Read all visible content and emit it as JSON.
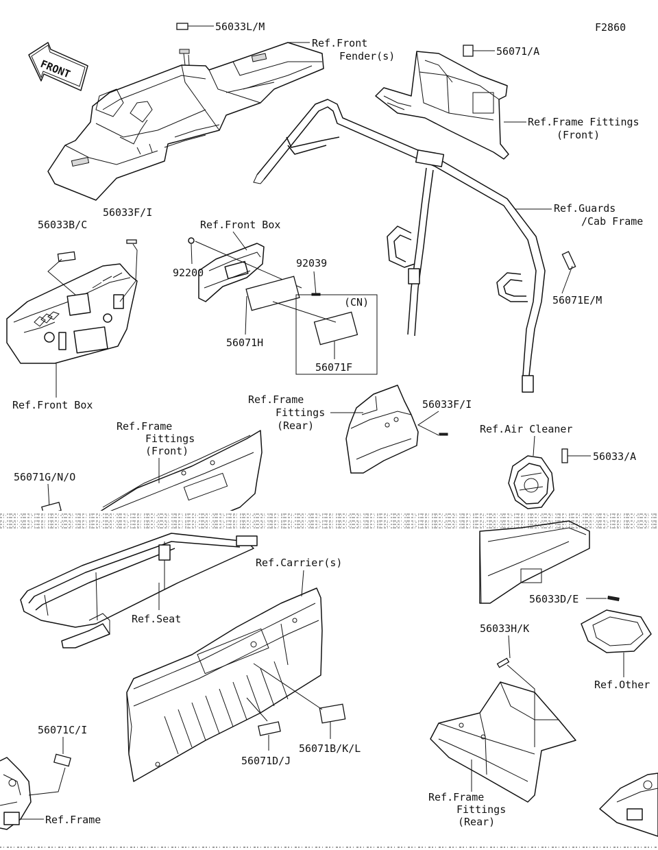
{
  "figure_code": "F2860",
  "front_arrow_text": "FRONT",
  "labels": {
    "l_56033LM": "56033L/M",
    "l_front_fender_1": "Ref.Front",
    "l_front_fender_2": "Fender(s)",
    "l_56071A": "56071/A",
    "l_frame_fit_front_1": "Ref.Frame Fittings",
    "l_frame_fit_front_2": "(Front)",
    "l_guards_1": "Ref.Guards",
    "l_guards_2": "/Cab Frame",
    "l_56071EM": "56071E/M",
    "l_56033BC": "56033B/C",
    "l_56033FI_top": "56033F/I",
    "l_front_box_mid": "Ref.Front Box",
    "l_92200": "92200",
    "l_92039": "92039",
    "l_cn": "(CN)",
    "l_56071H": "56071H",
    "l_56071F": "56071F",
    "l_front_box_left": "Ref.Front Box",
    "l_frame_fit_rear_1": "Ref.Frame",
    "l_frame_fit_rear_2": "Fittings",
    "l_frame_fit_rear_3": "(Rear)",
    "l_56033FI_mid": "56033F/I",
    "l_air_cleaner": "Ref.Air Cleaner",
    "l_56033A": "56033/A",
    "l_frame_fit_front2_1": "Ref.Frame",
    "l_frame_fit_front2_2": "Fittings",
    "l_frame_fit_front2_3": "(Front)",
    "l_56071GNO": "56071G/N/O",
    "l_carriers": "Ref.Carrier(s)",
    "l_seat": "Ref.Seat",
    "l_56033DE": "56033D/E",
    "l_56033HK": "56033H/K",
    "l_other": "Ref.Other",
    "l_56071CI": "56071C/I",
    "l_56071DJ": "56071D/J",
    "l_56071BKL": "56071B/K/L",
    "l_frame_fit_rear2_1": "Ref.Frame",
    "l_frame_fit_rear2_2": "Fittings",
    "l_frame_fit_rear2_3": "(Rear)",
    "l_frame_bottom": "Ref.Frame"
  },
  "colors": {
    "line": "#111111",
    "background": "#ffffff",
    "label_fill": "#d8d8d8",
    "noise_band": "#b0b0b0"
  }
}
